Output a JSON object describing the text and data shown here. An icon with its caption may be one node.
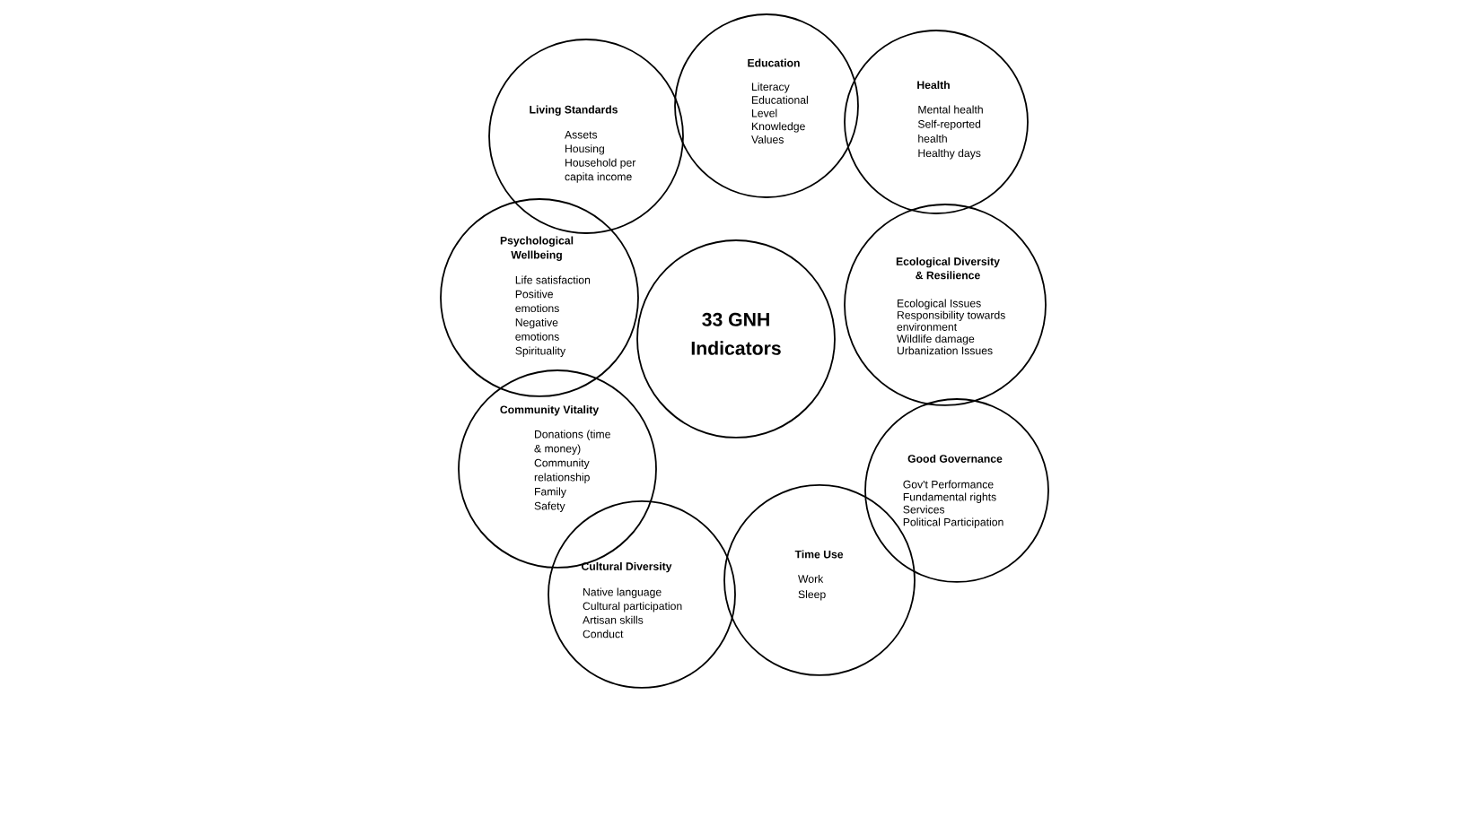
{
  "diagram": {
    "nodes": [
      {
        "text": [
          "Living Standards",
          "Assets",
          "Housing",
          "Household per capita income"
        ]
      },
      {
        "text": [
          "Education",
          "Literacy",
          "Educational Level",
          "Knowledge",
          "Values"
        ]
      },
      {
        "text": [
          "Health",
          "Mental health",
          "Self-reported health",
          "Healthy days"
        ]
      },
      {
        "text": [
          "Psychological Wellbeing",
          "Life satisfaction",
          "Positive emotions",
          "Negative emotions",
          "Spirituality"
        ]
      },
      {
        "text": [
          "33 GNH Indicators"
        ]
      },
      {
        "text": [
          "Ecological Diversity & Resilience",
          "Ecological Issues",
          "Responsibility towards environment",
          "Wildlife damage",
          "Urbanization Issues"
        ]
      },
      {
        "text": [
          "Community Vitality",
          "Donations (time & money)",
          "Community relationship",
          "Family",
          "Safety"
        ]
      },
      {
        "text": [
          "Good Governance",
          "Gov't Performance",
          "Fundamental rights",
          "Services",
          "Political Participation"
        ]
      },
      {
        "text": [
          "Cultural Diversity",
          "Native language",
          "Cultural participation",
          "Artisan skills",
          "Conduct"
        ]
      },
      {
        "text": [
          "Time Use",
          "Work",
          "Sleep"
        ]
      }
    ]
  }
}
